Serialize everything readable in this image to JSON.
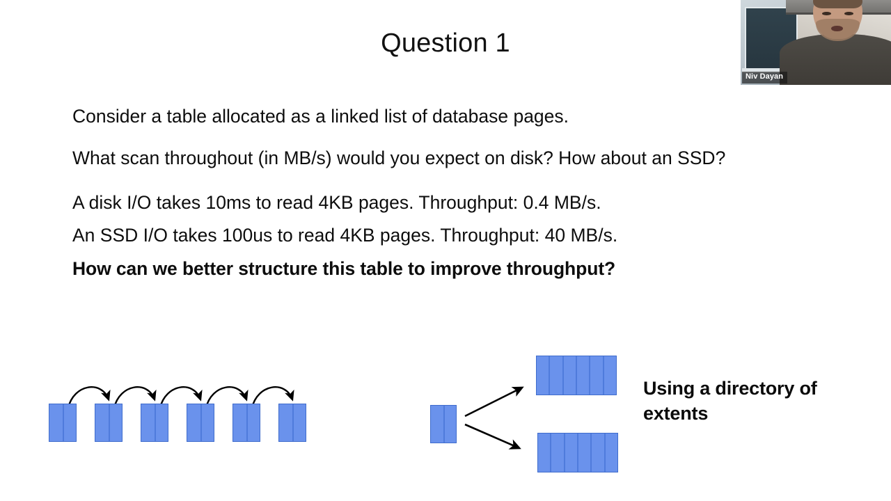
{
  "slide": {
    "title": "Question 1",
    "body_lines": [
      {
        "text": "Consider a table allocated as a linked list of database pages.",
        "bold": false,
        "spacing": "none"
      },
      {
        "text": "What scan throughout (in MB/s) would you expect on disk? How about an SSD?",
        "bold": false,
        "spacing": "gap-lg"
      },
      {
        "text": "A disk I/O takes 10ms to read 4KB pages. Throughput: 0.4 MB/s.",
        "bold": false,
        "spacing": "gap-md"
      },
      {
        "text": "An SSD I/O takes 100us to read 4KB pages. Throughput: 40 MB/s.",
        "bold": false,
        "spacing": "gap-sm"
      },
      {
        "text": "How can we better structure this table to improve throughput?",
        "bold": true,
        "spacing": "strong"
      }
    ],
    "caption": "Using a directory of extents",
    "colors": {
      "page_fill": "#6a92ec",
      "page_border": "#3f6ccc",
      "page_divider": "#4f7bdc",
      "arrow": "#000000",
      "text": "#0d0d0d",
      "background": "#ffffff"
    }
  },
  "diagram_linked_list": {
    "name": "linked-list-of-pages",
    "page_count": 6,
    "arrow_count": 5,
    "segments_per_page": 2
  },
  "diagram_extents": {
    "name": "directory-of-extents",
    "directory_page_segments": 2,
    "extent_count": 2,
    "segments_per_extent": 6,
    "arrow_count": 2
  },
  "webcam": {
    "participant_name": "Niv Dayan"
  }
}
